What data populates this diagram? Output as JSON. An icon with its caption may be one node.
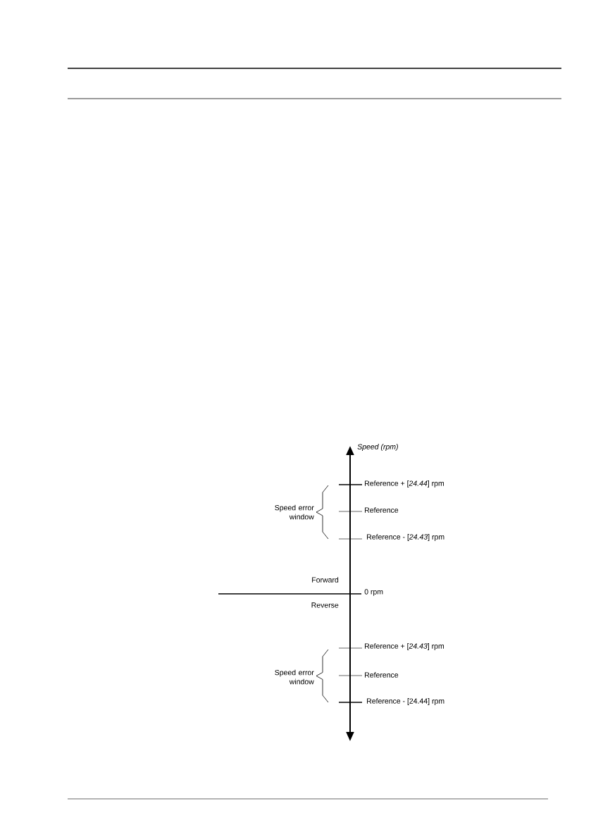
{
  "diagram": {
    "labels": [
      "Speed (rpm)",
      "Reference + [*24.44*] rpm",
      "Speed error window",
      "Reference",
      "Reference - [*24.43*] rpm",
      "Forward",
      "0 rpm",
      "Reverse",
      "Reference + [*24.43*] rpm",
      "Speed error window",
      "Reference",
      "Reference - [24.44] rpm"
    ]
  }
}
